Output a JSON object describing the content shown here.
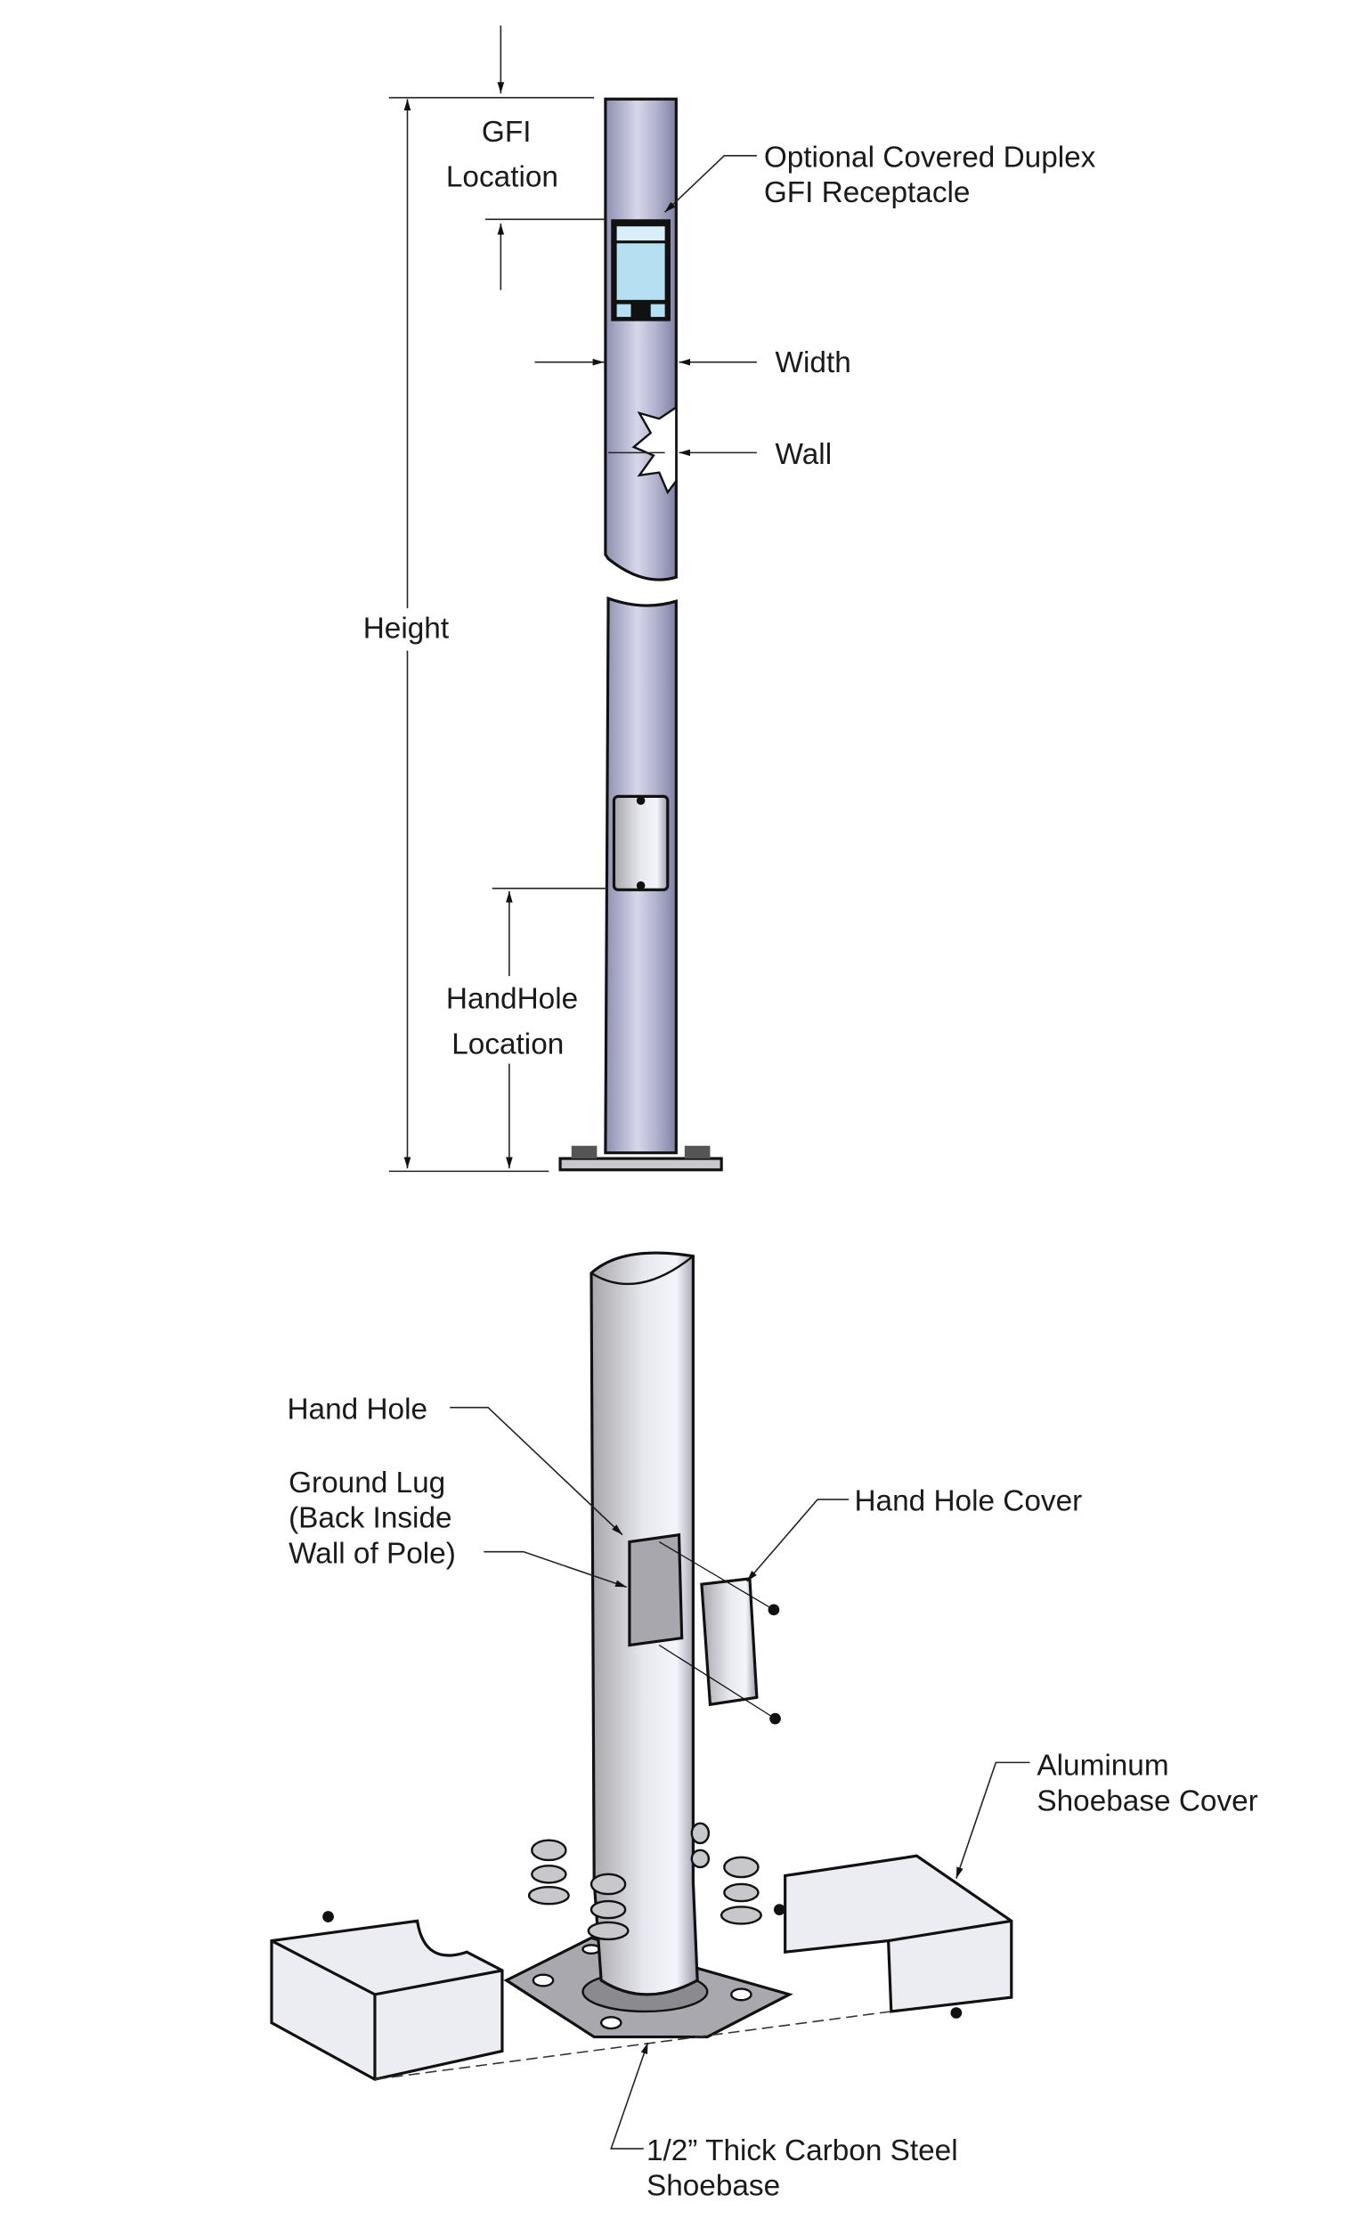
{
  "top_view": {
    "labels": {
      "gfi_location_1": "GFI",
      "gfi_location_2": "Location",
      "gfi_receptacle_1": "Optional Covered Duplex",
      "gfi_receptacle_2": "GFI Receptacle",
      "width": "Width",
      "wall": "Wall",
      "height": "Height",
      "handhole_location_1": "HandHole",
      "handhole_location_2": "Location"
    }
  },
  "exploded_view": {
    "labels": {
      "hand_hole": "Hand Hole",
      "ground_lug_1": "Ground Lug",
      "ground_lug_2": "(Back Inside",
      "ground_lug_3": "Wall of Pole)",
      "hand_hole_cover": "Hand Hole Cover",
      "shoebase_cover_1": "Aluminum",
      "shoebase_cover_2": "Shoebase Cover",
      "shoebase_1": "1/2” Thick Carbon Steel",
      "shoebase_2": "Shoebase"
    }
  },
  "colors": {
    "pole": "#a9aac8",
    "receptacle": "#b5e0f2",
    "metal": "#c8c8cc"
  }
}
